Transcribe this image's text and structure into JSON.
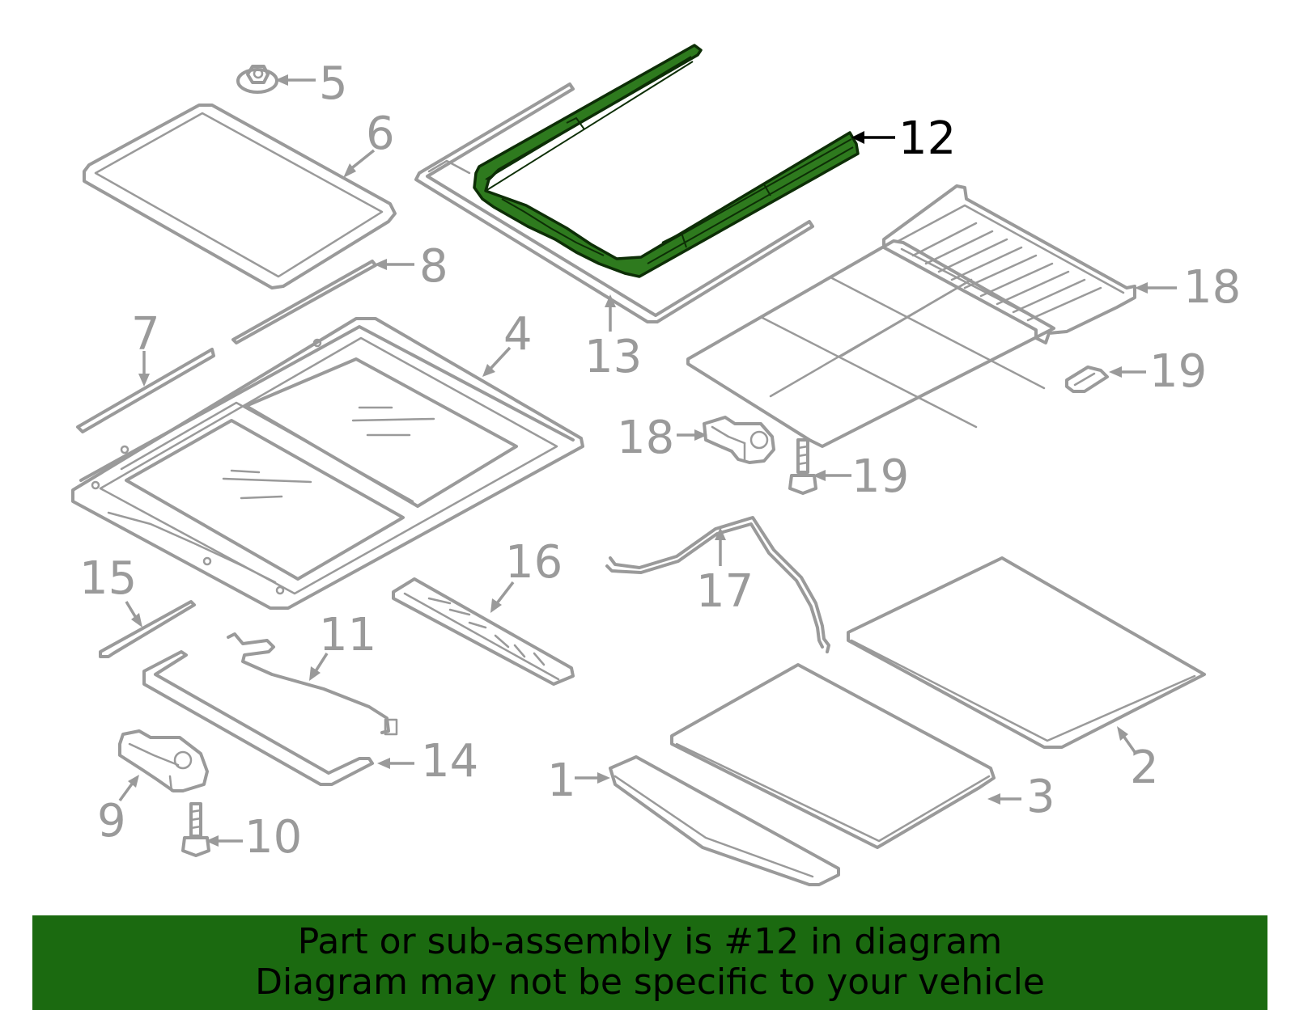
{
  "diagram": {
    "selected_part": "12",
    "callouts": [
      {
        "id": "5",
        "label": "5"
      },
      {
        "id": "6",
        "label": "6"
      },
      {
        "id": "12",
        "label": "12"
      },
      {
        "id": "8",
        "label": "8"
      },
      {
        "id": "7",
        "label": "7"
      },
      {
        "id": "4",
        "label": "4"
      },
      {
        "id": "13",
        "label": "13"
      },
      {
        "id": "18a",
        "label": "18"
      },
      {
        "id": "19a",
        "label": "19"
      },
      {
        "id": "18b",
        "label": "18"
      },
      {
        "id": "19b",
        "label": "19"
      },
      {
        "id": "15",
        "label": "15"
      },
      {
        "id": "16",
        "label": "16"
      },
      {
        "id": "11",
        "label": "11"
      },
      {
        "id": "17",
        "label": "17"
      },
      {
        "id": "14",
        "label": "14"
      },
      {
        "id": "9",
        "label": "9"
      },
      {
        "id": "10",
        "label": "10"
      },
      {
        "id": "1",
        "label": "1"
      },
      {
        "id": "3",
        "label": "3"
      },
      {
        "id": "2",
        "label": "2"
      }
    ],
    "colors": {
      "part_line": "#9a9a9a",
      "highlight_fill": "#2e7a1e",
      "highlight_stroke": "#0d2e06",
      "banner_bg": "#1b6a10",
      "banner_text": "#000000"
    }
  },
  "footer": {
    "line1": "Part or sub-assembly is #12 in diagram",
    "line2": "Diagram may not be specific to your vehicle"
  }
}
